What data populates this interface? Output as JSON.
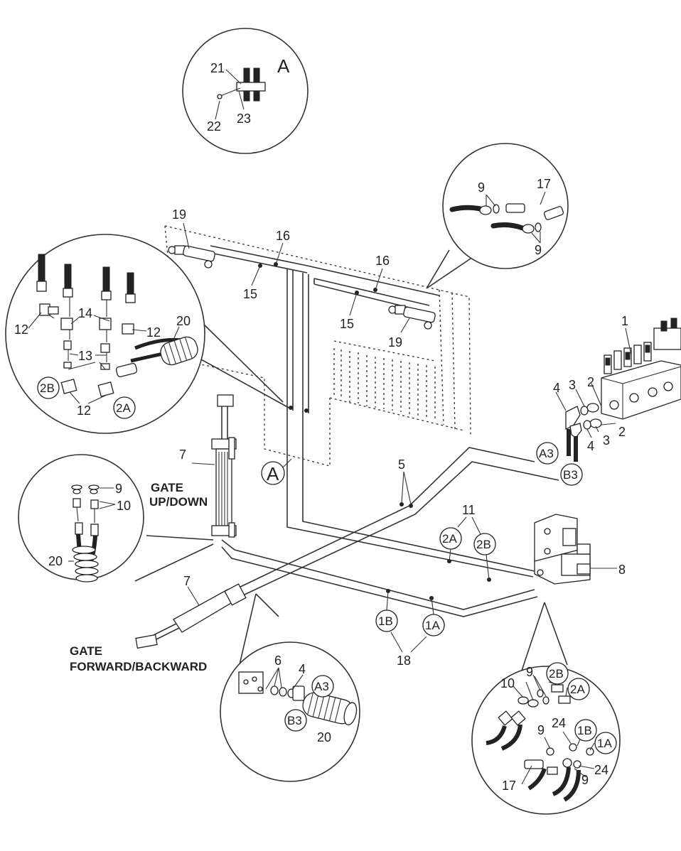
{
  "detail_a": {
    "letter": "A",
    "parts": [
      "21",
      "22",
      "23"
    ]
  },
  "callouts": {
    "n1": "1",
    "n2": "2",
    "n3": "3",
    "n4": "4",
    "n5": "5",
    "n6": "6",
    "n7": "7",
    "n8": "8",
    "n9": "9",
    "n10": "10",
    "n11": "11",
    "n12": "12",
    "n13": "13",
    "n14": "14",
    "n15": "15",
    "n16": "16",
    "n17": "17",
    "n18": "18",
    "n19": "19",
    "n20": "20",
    "n24": "24"
  },
  "ports": {
    "a": "A",
    "a3": "A3",
    "b3": "B3",
    "p1a": "1A",
    "p1b": "1B",
    "p2a": "2A",
    "p2b": "2B"
  },
  "text_labels": {
    "gate_updown_line1": "GATE",
    "gate_updown_line2": "UP/DOWN",
    "gate_fwd_line1": "GATE",
    "gate_fwd_line2": "FORWARD/BACKWARD"
  }
}
